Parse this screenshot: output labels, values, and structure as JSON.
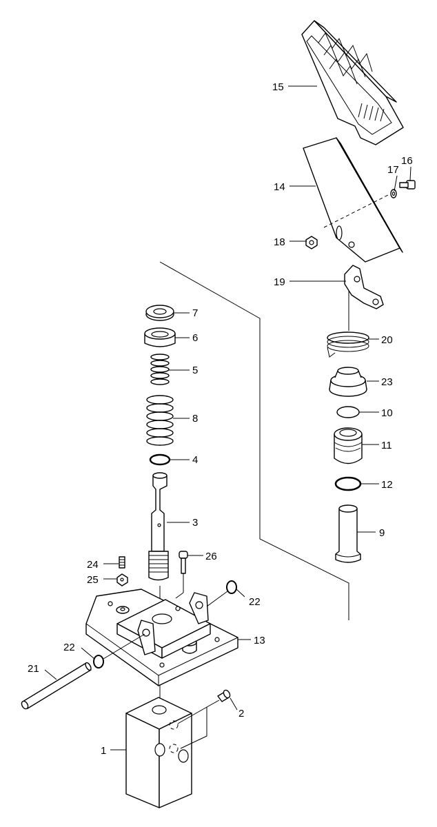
{
  "labels": {
    "p1": "1",
    "p2": "2",
    "p3": "3",
    "p4": "4",
    "p5": "5",
    "p6": "6",
    "p7": "7",
    "p8": "8",
    "p9": "9",
    "p10": "10",
    "p11": "11",
    "p12": "12",
    "p13": "13",
    "p14": "14",
    "p15": "15",
    "p16": "16",
    "p17": "17",
    "p18": "18",
    "p19": "19",
    "p20": "20",
    "p21": "21",
    "p22a": "22",
    "p22b": "22",
    "p23": "23",
    "p24": "24",
    "p25": "25",
    "p26": "26"
  }
}
